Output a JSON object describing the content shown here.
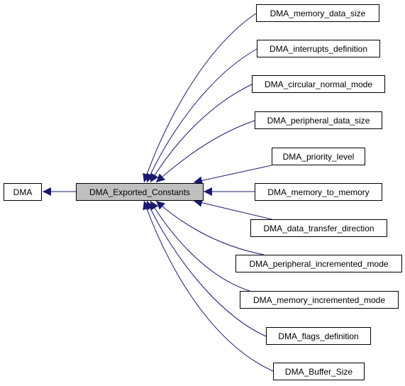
{
  "diagram": {
    "colors": {
      "edge": "#191970",
      "center_fill": "#bfbfbf",
      "node_fill": "#ffffff",
      "border": "#000000"
    },
    "root": {
      "label": "DMA"
    },
    "center": {
      "label": "DMA_Exported_Constants"
    },
    "children": [
      {
        "label": "DMA_memory_data_size"
      },
      {
        "label": "DMA_interrupts_definition"
      },
      {
        "label": "DMA_circular_normal_mode"
      },
      {
        "label": "DMA_peripheral_data_size"
      },
      {
        "label": "DMA_priority_level"
      },
      {
        "label": "DMA_memory_to_memory"
      },
      {
        "label": "DMA_data_transfer_direction"
      },
      {
        "label": "DMA_peripheral_incremented_mode"
      },
      {
        "label": "DMA_memory_incremented_mode"
      },
      {
        "label": "DMA_flags_definition"
      },
      {
        "label": "DMA_Buffer_Size"
      }
    ]
  }
}
